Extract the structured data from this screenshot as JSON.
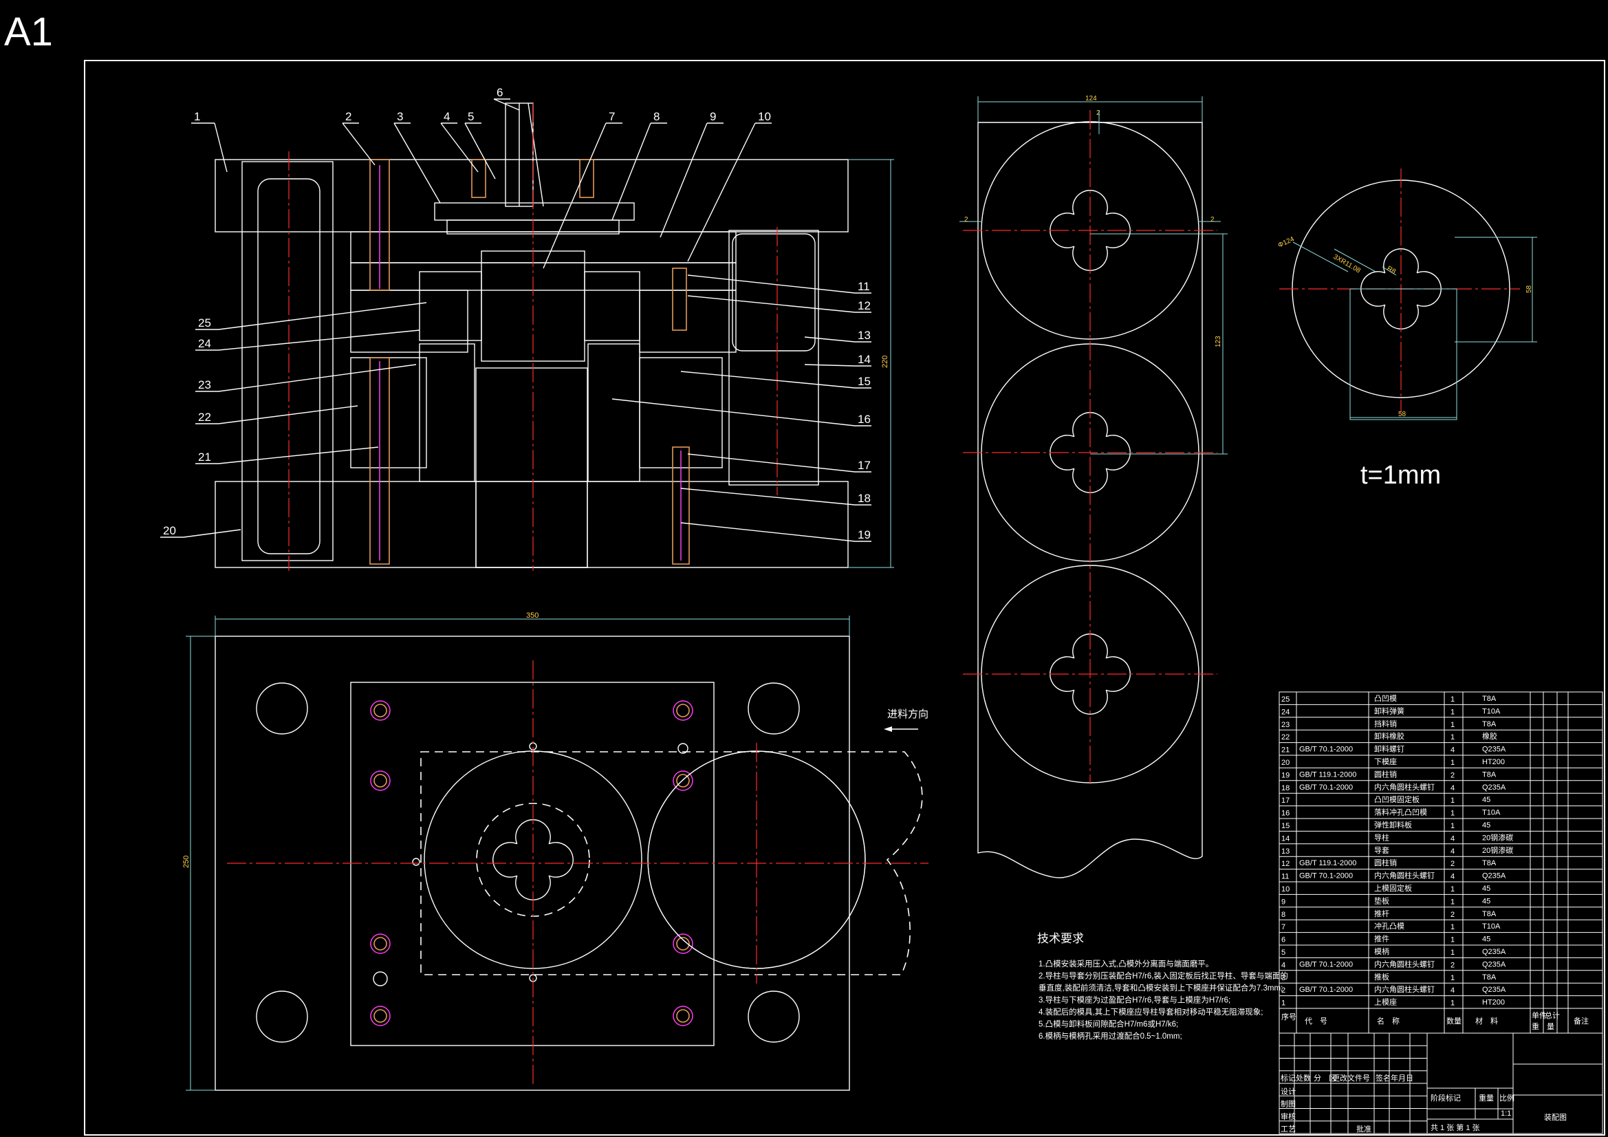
{
  "sheet": {
    "size_label": "A1"
  },
  "views": {
    "assembly_section": {
      "part_labels": [
        "1",
        "2",
        "3",
        "4",
        "5",
        "6",
        "7",
        "8",
        "9",
        "10",
        "11",
        "12",
        "13",
        "14",
        "15",
        "16",
        "17",
        "18",
        "19",
        "20",
        "21",
        "22",
        "23",
        "24",
        "25"
      ],
      "height_dim": "220"
    },
    "top_view": {
      "width_dim": "350",
      "height_dim": "250",
      "feed_direction": "进料方向"
    },
    "strip_layout": {
      "width_dim": "124",
      "pitch_dim": "123",
      "edge_dim_left": "2",
      "edge_dim_right": "2",
      "top_gap": "2"
    },
    "blank_part": {
      "dim_outer": "Φ124",
      "dim_pcd": "3XR11.08",
      "dim_r": "R8",
      "dim_width": "58",
      "dim_height": "58",
      "thickness": "t=1mm"
    }
  },
  "tech_requirements": {
    "title": "技术要求",
    "lines": [
      "1.凸模安装采用压入式,凸模外分离面与端面磨平。",
      "2.导柱与导套分别压装配合H7/r6,装入固定板后找正导柱、导套与端面的",
      "  垂直度,装配前须清洁,导套和凸模安装到上下模座并保证配合为7.3mm;",
      "3.导柱与下模座为过盈配合H7/r6,导套与上模座为H7/r6;",
      "4.装配后的模具,其上下模座应导柱导套相对移动平稳无阻滞现象;",
      "5.凸模与卸料板间隙配合H7/m6或H7/k6;",
      "6.模柄与模柄孔采用过渡配合0.5~1.0mm;"
    ]
  },
  "bom": {
    "rows": [
      {
        "no": "25",
        "code": "",
        "name": "凸凹模",
        "qty": "1",
        "material": "T8A"
      },
      {
        "no": "24",
        "code": "",
        "name": "卸料弹簧",
        "qty": "1",
        "material": "T10A"
      },
      {
        "no": "23",
        "code": "",
        "name": "挡料销",
        "qty": "1",
        "material": "T8A"
      },
      {
        "no": "22",
        "code": "",
        "name": "卸料橡胶",
        "qty": "1",
        "material": "橡胶"
      },
      {
        "no": "21",
        "code": "GB/T 70.1-2000",
        "name": "卸料螺钉",
        "qty": "4",
        "material": "Q235A"
      },
      {
        "no": "20",
        "code": "",
        "name": "下模座",
        "qty": "1",
        "material": "HT200"
      },
      {
        "no": "19",
        "code": "GB/T 119.1-2000",
        "name": "圆柱销",
        "qty": "2",
        "material": "T8A"
      },
      {
        "no": "18",
        "code": "GB/T 70.1-2000",
        "name": "内六角圆柱头螺钉",
        "qty": "4",
        "material": "Q235A"
      },
      {
        "no": "17",
        "code": "",
        "name": "凸凹模固定板",
        "qty": "1",
        "material": "45"
      },
      {
        "no": "16",
        "code": "",
        "name": "落料冲孔凸凹模",
        "qty": "1",
        "material": "T10A"
      },
      {
        "no": "15",
        "code": "",
        "name": "弹性卸料板",
        "qty": "1",
        "material": "45"
      },
      {
        "no": "14",
        "code": "",
        "name": "导柱",
        "qty": "4",
        "material": "20钢渗碳"
      },
      {
        "no": "13",
        "code": "",
        "name": "导套",
        "qty": "4",
        "material": "20钢渗碳"
      },
      {
        "no": "12",
        "code": "GB/T 119.1-2000",
        "name": "圆柱销",
        "qty": "2",
        "material": "T8A"
      },
      {
        "no": "11",
        "code": "GB/T 70.1-2000",
        "name": "内六角圆柱头螺钉",
        "qty": "4",
        "material": "Q235A"
      },
      {
        "no": "10",
        "code": "",
        "name": "上模固定板",
        "qty": "1",
        "material": "45"
      },
      {
        "no": "9",
        "code": "",
        "name": "垫板",
        "qty": "1",
        "material": "45"
      },
      {
        "no": "8",
        "code": "",
        "name": "推杆",
        "qty": "2",
        "material": "T8A"
      },
      {
        "no": "7",
        "code": "",
        "name": "冲孔凸模",
        "qty": "1",
        "material": "T10A"
      },
      {
        "no": "6",
        "code": "",
        "name": "推件",
        "qty": "1",
        "material": "45"
      },
      {
        "no": "5",
        "code": "",
        "name": "模柄",
        "qty": "1",
        "material": "Q235A"
      },
      {
        "no": "4",
        "code": "GB/T 70.1-2000",
        "name": "内六角圆柱头螺钉",
        "qty": "2",
        "material": "Q235A"
      },
      {
        "no": "3",
        "code": "",
        "name": "推板",
        "qty": "1",
        "material": "T8A"
      },
      {
        "no": "2",
        "code": "GB/T 70.1-2000",
        "name": "内六角圆柱头螺钉",
        "qty": "4",
        "material": "Q235A"
      },
      {
        "no": "1",
        "code": "",
        "name": "上模座",
        "qty": "1",
        "material": "HT200"
      }
    ],
    "header": {
      "no": "序号",
      "code": "代　号",
      "name": "名　称",
      "qty": "数量",
      "material": "材　料",
      "unit": "单件",
      "total": "总计",
      "weight": "重　量",
      "note": "备注"
    }
  },
  "title_block": {
    "row_labels": [
      "标记",
      "处数",
      "分　区",
      "更改文件号",
      "签名",
      "年月日"
    ],
    "left_labels": [
      "设计",
      "制图",
      "审核",
      "工艺"
    ],
    "approve": "批准",
    "stage": "阶段标记",
    "weight": "重量",
    "scale": "比例",
    "scale_value": "1:1",
    "sheets": "共 1 张  第 1 张",
    "drawing_name": "装配图"
  }
}
